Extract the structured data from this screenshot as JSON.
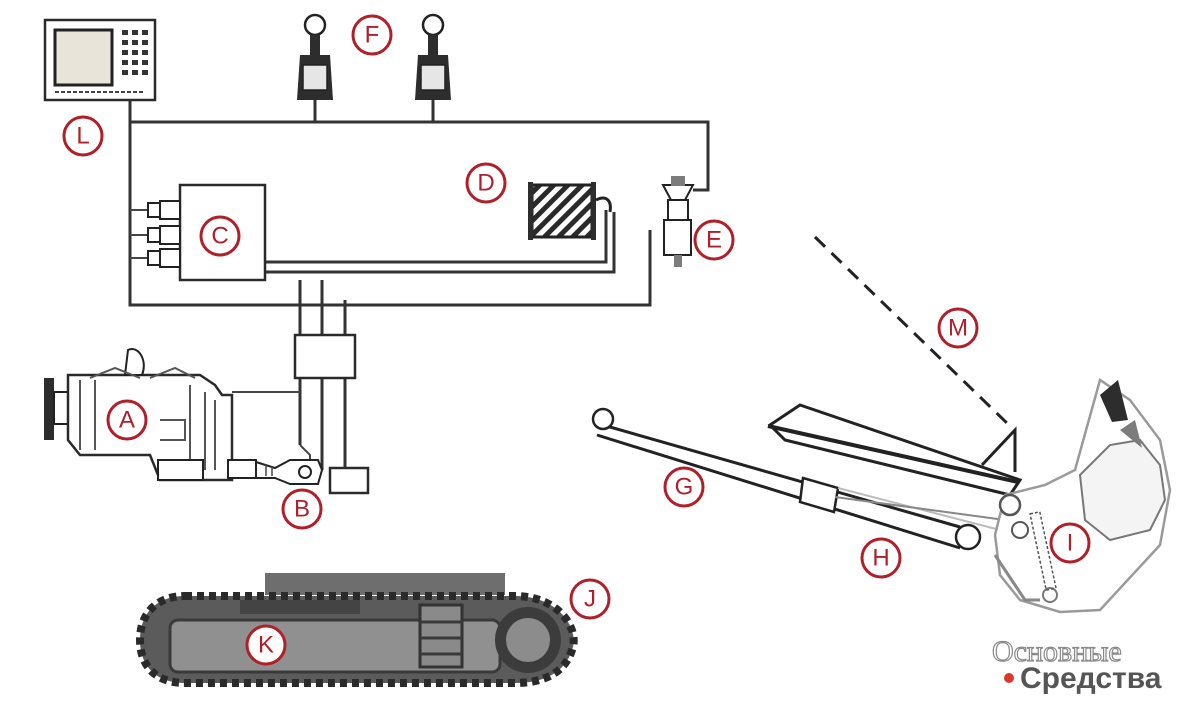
{
  "labels": [
    "A",
    "B",
    "C",
    "D",
    "E",
    "F",
    "G",
    "H",
    "I",
    "J",
    "K",
    "L",
    "M"
  ],
  "watermark": {
    "line1": "Основные",
    "line2": "Средства"
  },
  "colors": {
    "label_ring": "#b0202a",
    "line": "#333333",
    "watermark_dot": "#d93a2e"
  },
  "icons": [
    "monitor-icon",
    "joystick-icon",
    "joystick-icon",
    "control-box-icon",
    "cable-reel-icon",
    "sensor-icon",
    "engine-icon",
    "pump-icon",
    "junction-box-icon",
    "boom-icon",
    "bucket-icon",
    "crawler-track-icon"
  ]
}
